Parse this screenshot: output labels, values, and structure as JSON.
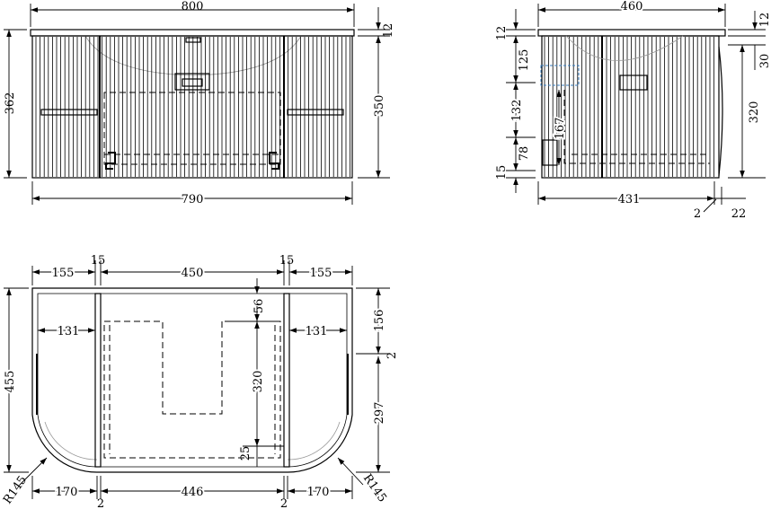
{
  "front_view": {
    "top_width": "800",
    "bottom_width": "790",
    "total_height": "362",
    "cabinet_height": "350",
    "top_thickness": "12"
  },
  "side_view": {
    "top_depth": "460",
    "bottom_depth": "431",
    "top_thickness": "12",
    "upper_section": "125",
    "middle_section": "132",
    "lower_section": "78",
    "plinth": "15",
    "door_section": "167",
    "gap_right_a": "30",
    "body_height": "320",
    "offset_a": "2",
    "offset_b": "22"
  },
  "top_view": {
    "left_width": "155",
    "left_panel": "15",
    "center_width": "450",
    "right_panel": "15",
    "right_width": "155",
    "left_inner": "131",
    "right_inner": "131",
    "total_depth": "455",
    "cutout_offset": "56",
    "cutout_depth": "320",
    "cutout_bottom": "25",
    "right_upper": "156",
    "right_gap": "2",
    "right_lower": "297",
    "radius_left": "R145",
    "radius_right": "R145",
    "bottom_left": "170",
    "bottom_gap_left": "2",
    "bottom_center": "446",
    "bottom_gap_right": "2",
    "bottom_right": "170"
  }
}
